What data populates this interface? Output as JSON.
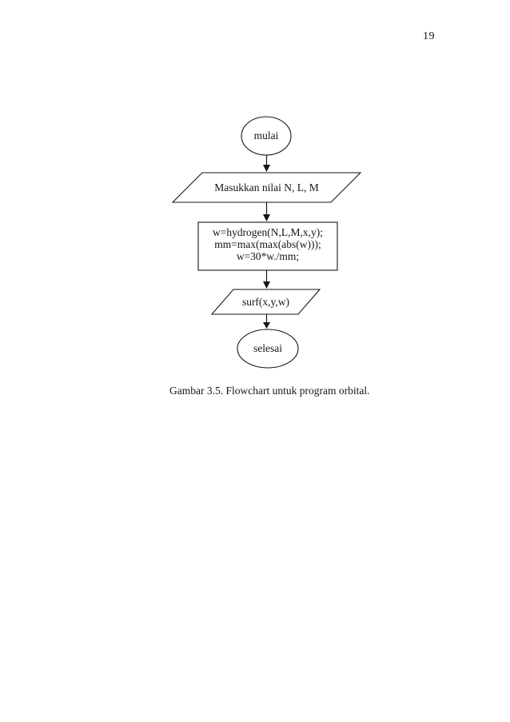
{
  "page": {
    "number": "19"
  },
  "flowchart": {
    "nodes": [
      {
        "type": "terminator",
        "label": "mulai"
      },
      {
        "type": "input-output",
        "label": "Masukkan nilai N, L, M"
      },
      {
        "type": "process",
        "lines": [
          "w=hydrogen(N,L,M,x,y);",
          "mm=max(max(abs(w)));",
          "w=30*w./mm;"
        ]
      },
      {
        "type": "input-output",
        "label": "surf(x,y,w)"
      },
      {
        "type": "terminator",
        "label": "selesai"
      }
    ]
  },
  "caption": {
    "text": "Gambar 3.5. Flowchart untuk program orbital."
  }
}
